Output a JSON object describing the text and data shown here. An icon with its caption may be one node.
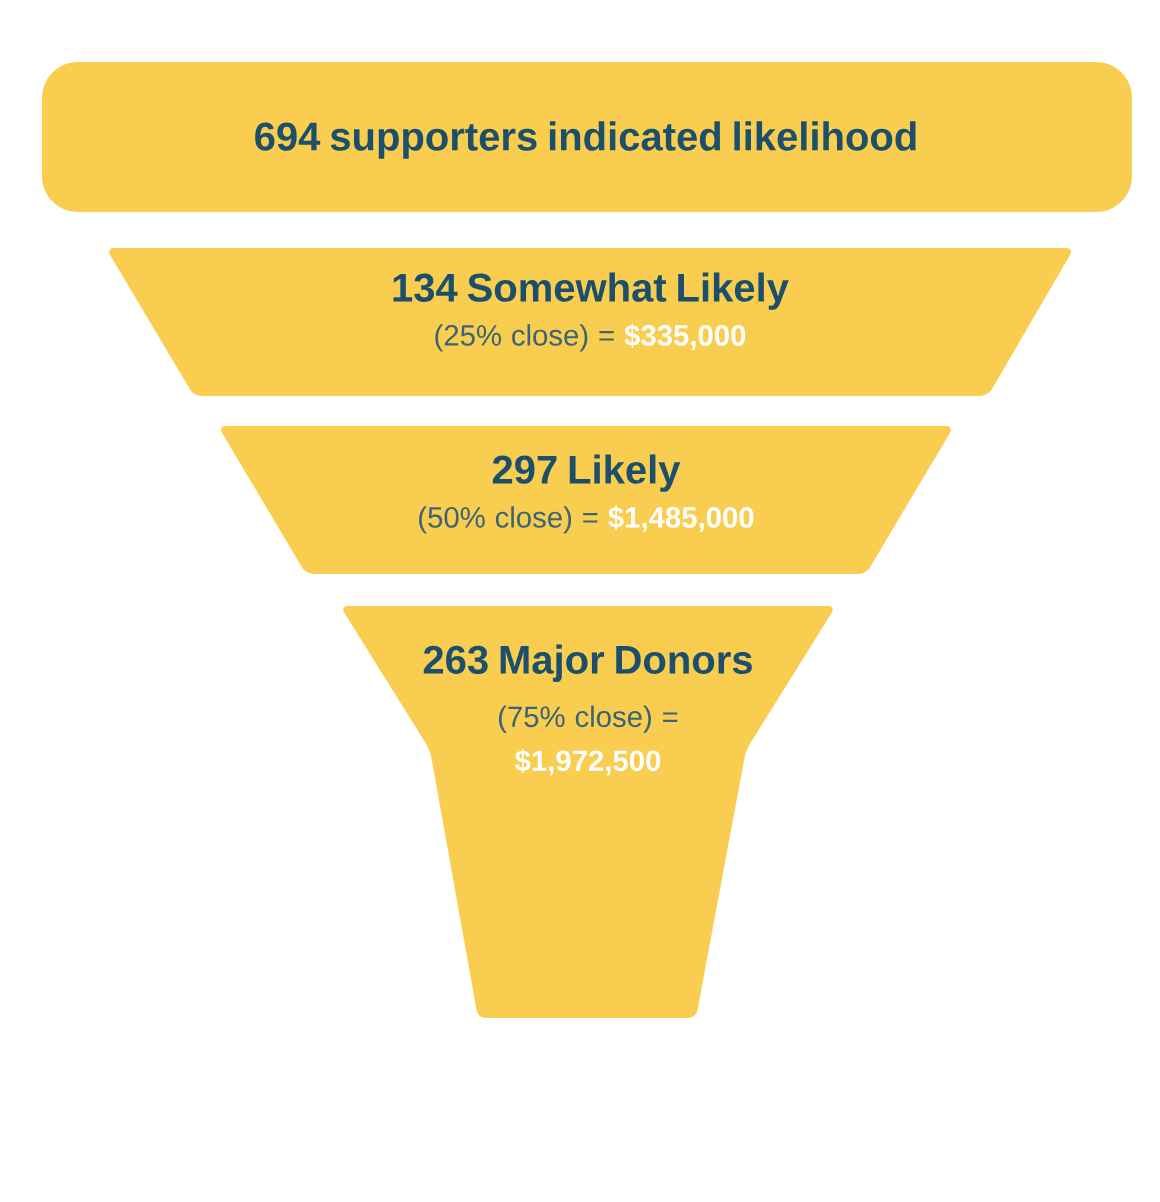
{
  "diagram": {
    "nodes": [
      {
        "text": [
          "694 supporters indicated likelihood"
        ]
      },
      {
        "text": [
          "134 Somewhat Likely",
          "(25% close) = **$335,000**"
        ]
      },
      {
        "text": [
          "297 Likely",
          "(50% close) = **$1,485,000**"
        ]
      },
      {
        "text": [
          "263 Major Donors",
          "(75% close) = **$1,972,500**"
        ]
      }
    ]
  }
}
